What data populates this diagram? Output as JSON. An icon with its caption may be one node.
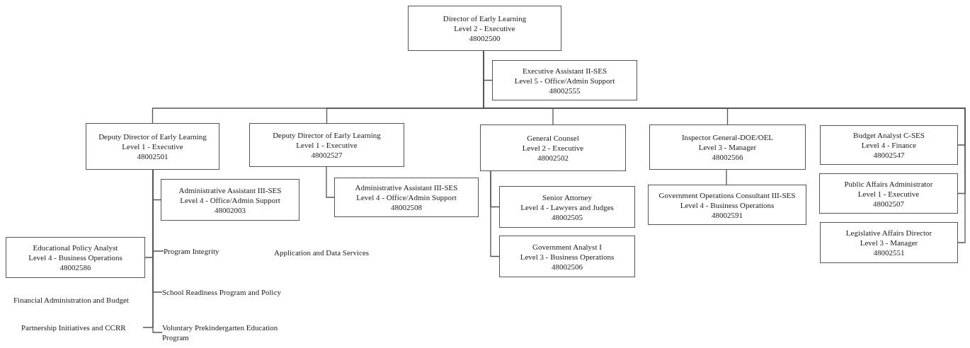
{
  "diagram": {
    "nodes": [
      {
        "text": [
          "Director of Early Learning",
          "Level 2 - Executive",
          "48002500"
        ]
      },
      {
        "text": [
          "Executive Assistant II-SES",
          "Level 5 - Office/Admin Support",
          "48002555"
        ]
      },
      {
        "text": [
          "Deputy Director of Early Learning",
          "Level 1 - Executive",
          "48002501"
        ]
      },
      {
        "text": [
          "Deputy Director of Early Learning",
          "Level 1 - Executive",
          "48002527"
        ]
      },
      {
        "text": [
          "General Counsel",
          "Level 2 - Executive",
          "48002502"
        ]
      },
      {
        "text": [
          "Inspector General-DOE/OEL",
          "Level 3 - Manager",
          "48002566"
        ]
      },
      {
        "text": [
          "Budget Analyst C-SES",
          "Level 4 - Finance",
          "48002547"
        ]
      },
      {
        "text": [
          "Public Affairs Administrator",
          "Level 1 - Executive",
          "48002507"
        ]
      },
      {
        "text": [
          "Legislative Affairs Director",
          "Level 3 - Manager",
          "48002551"
        ]
      },
      {
        "text": [
          "Administrative Assistant III-SES",
          "Level 4 - Office/Admin Support",
          "48002003"
        ]
      },
      {
        "text": [
          "Administrative Assistant III-SES",
          "Level 4 - Office/Admin Support",
          "48002508"
        ]
      },
      {
        "text": [
          "Senior Attorney",
          "Level 4 - Lawyers and Judges",
          "48002505"
        ]
      },
      {
        "text": [
          "Government Analyst I",
          "Level 3 - Business Operations",
          "48002506"
        ]
      },
      {
        "text": [
          "Government Operations Consultant III-SES",
          "Level 4 - Business Operations",
          "48002591"
        ]
      },
      {
        "text": [
          "Educational Policy Analyst",
          "Level 4 - Business Operations",
          "48002586"
        ]
      },
      {
        "text": [
          "Program Integrity"
        ]
      },
      {
        "text": [
          "School Readiness Program and Policy"
        ]
      },
      {
        "text": [
          "Partnership Initiatives and CCRR"
        ]
      },
      {
        "text": [
          "Voluntary Prekindergarten Education Program"
        ]
      }
    ],
    "edges": [
      {
        "from": 0,
        "to": 1,
        "arrow": "none"
      },
      {
        "from": 0,
        "to": 2,
        "arrow": "none"
      },
      {
        "from": 0,
        "to": 3,
        "arrow": "none"
      },
      {
        "from": 0,
        "to": 4,
        "arrow": "none"
      },
      {
        "from": 0,
        "to": 5,
        "arrow": "none"
      },
      {
        "from": 0,
        "to": 6,
        "arrow": "none"
      },
      {
        "from": 0,
        "to": 7,
        "arrow": "none"
      },
      {
        "from": 0,
        "to": 8,
        "arrow": "none"
      },
      {
        "from": 2,
        "to": 9,
        "arrow": "none"
      },
      {
        "from": 2,
        "to": 14,
        "arrow": "none"
      },
      {
        "from": 2,
        "to": 15,
        "arrow": "none"
      },
      {
        "from": 2,
        "to": 16,
        "arrow": "none"
      },
      {
        "from": 2,
        "to": 17,
        "arrow": "none"
      },
      {
        "from": 2,
        "to": 18,
        "arrow": "none"
      },
      {
        "from": 3,
        "to": 10,
        "arrow": "none"
      },
      {
        "from": 4,
        "to": 11,
        "arrow": "none"
      },
      {
        "from": 4,
        "to": 12,
        "arrow": "none"
      },
      {
        "from": 5,
        "to": 13,
        "arrow": "none"
      }
    ],
    "labels": [
      "Application and Data Services",
      "Financial Administration and Budget"
    ]
  }
}
